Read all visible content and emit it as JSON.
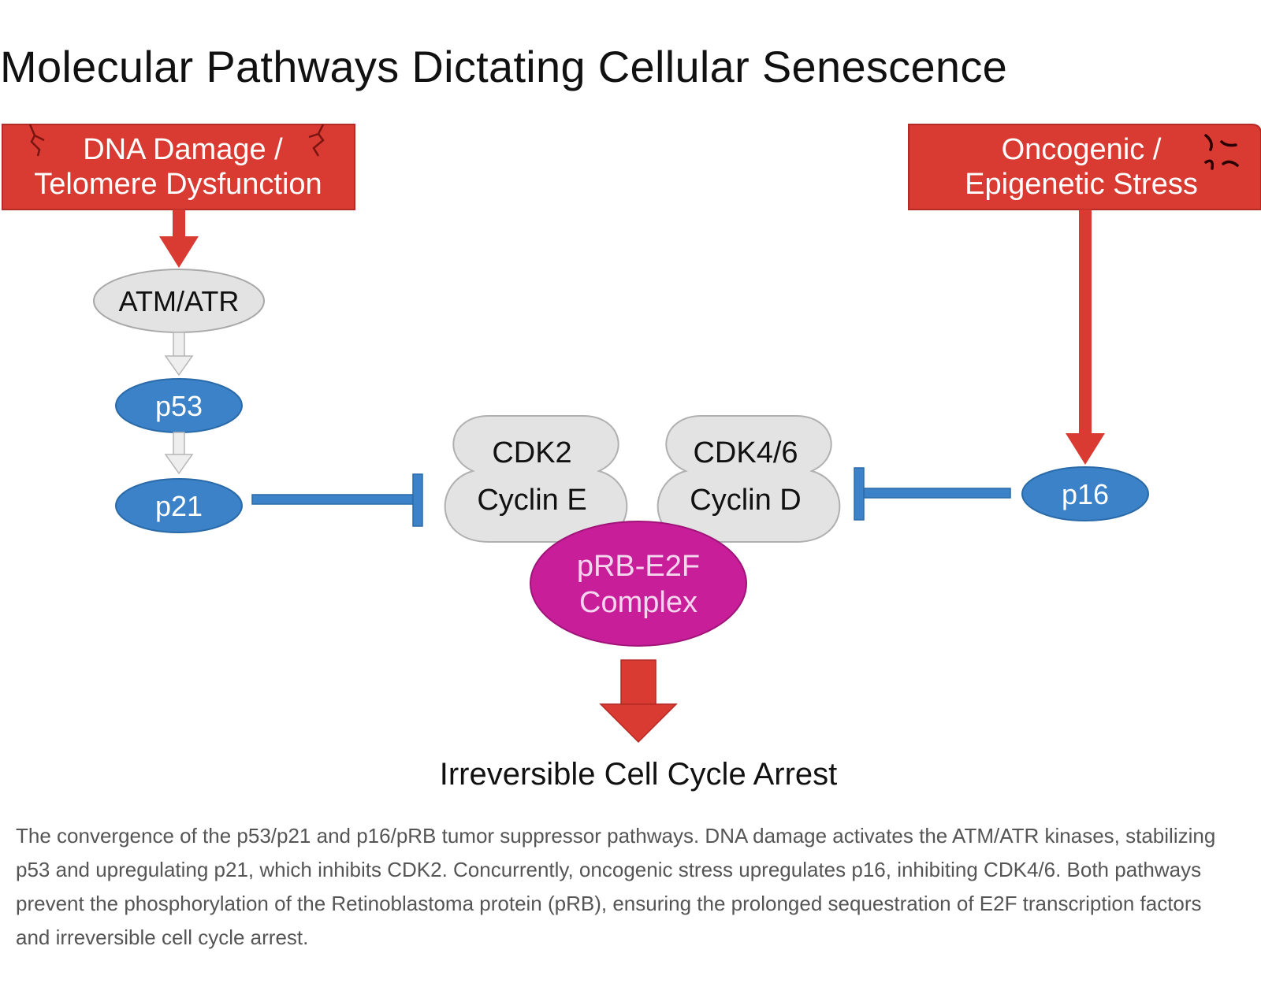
{
  "title": "Molecular Pathways Dictating Cellular Senescence",
  "diagram": {
    "stress_left": {
      "line1": "DNA Damage /",
      "line2": "Telomere Dysfunction"
    },
    "stress_right": {
      "line1": "Oncogenic /",
      "line2": "Epigenetic Stress"
    },
    "atm_atr": "ATM/ATR",
    "p53": "p53",
    "p21": "p21",
    "p16": "p16",
    "cdk2": {
      "line1": "CDK2",
      "line2": "Cyclin E"
    },
    "cdk46": {
      "line1": "CDK4/6",
      "line2": "Cyclin D"
    },
    "prb": {
      "line1": "pRB-E2F",
      "line2": "Complex"
    },
    "outcome": "Irreversible Cell Cycle Arrest",
    "colors": {
      "stress_red": "#d93a32",
      "inhibitor_blue": "#3b82c8",
      "node_blue": "#3b82c8",
      "node_gray": "#e3e3e3",
      "prb_magenta": "#c81e9a"
    },
    "icons": [
      "crack-icon",
      "stress-burst-icon"
    ]
  },
  "caption": "The convergence of the p53/p21 and p16/pRB tumor suppressor pathways. DNA damage activates the ATM/ATR kinases, stabilizing p53 and upregulating p21, which inhibits CDK2. Concurrently, oncogenic stress upregulates p16, inhibiting CDK4/6. Both pathways prevent the phosphorylation of the Retinoblastoma protein (pRB), ensuring the prolonged sequestration of E2F transcription factors and irreversible cell cycle arrest."
}
